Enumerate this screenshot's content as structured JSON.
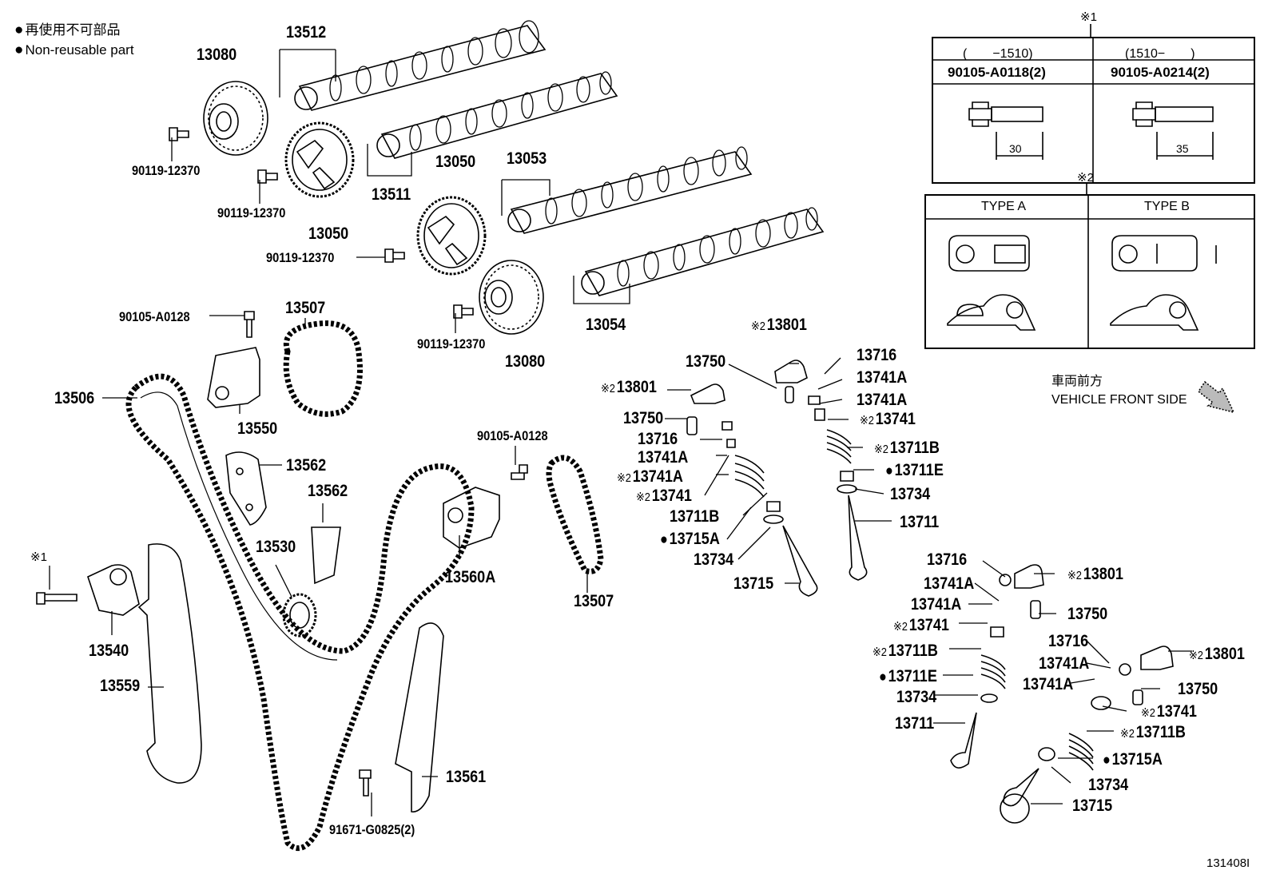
{
  "legend": {
    "line_jp": "再使用不可部品",
    "line_en": "Non-reusable part"
  },
  "note1": {
    "mark": "※1",
    "col_left_range": "(　　−1510)",
    "col_right_range": "(1510−　　)",
    "col_left_part": "90105-A0118(2)",
    "col_right_part": "90105-A0214(2)",
    "col_left_len": "30",
    "col_right_len": "35"
  },
  "note2": {
    "mark": "※2",
    "type_a": "TYPE A",
    "type_b": "TYPE B"
  },
  "direction": {
    "jp": "車両前方",
    "en": "VEHICLE FRONT SIDE"
  },
  "figure_id": "131408I",
  "parts": {
    "p13080a": "13080",
    "p13512": "13512",
    "p90119a": "90119-12370",
    "p90119b": "90119-12370",
    "p13511": "13511",
    "p13050a": "13050",
    "p13050b": "13050",
    "p13053": "13053",
    "p90119c": "90119-12370",
    "p13054": "13054",
    "p90119d": "90119-12370",
    "p13080b": "13080",
    "p90105a": "90105-A0128",
    "p13507a": "13507",
    "p13506": "13506",
    "p13550": "13550",
    "p13562a": "13562",
    "p13562b": "13562",
    "p13530": "13530",
    "p90105b": "90105-A0128",
    "p13560A": "13560A",
    "p13507b": "13507",
    "ast1": "※1",
    "p13540": "13540",
    "p13559": "13559",
    "p13561": "13561",
    "p91671": "91671-G0825(2)",
    "l13801a": "13801",
    "l13750a": "13750",
    "l13716a": "13716",
    "l13741Aa": "13741A",
    "l13741Ab": "13741A",
    "l13741a": "13741",
    "l13711Ba": "13711B",
    "l13711Ea": "13711E",
    "l13734a": "13734",
    "l13711a": "13711",
    "l13801b": "13801",
    "l13750b": "13750",
    "l13716b": "13716",
    "l13741Ac": "13741A",
    "l13741Ad": "13741A",
    "l13741b": "13741",
    "l13711Bb": "13711B",
    "l13715Aa": "13715A",
    "l13734b": "13734",
    "l13715a": "13715",
    "l13716c": "13716",
    "l13801c": "13801",
    "l13741Ae": "13741A",
    "l13750c": "13750",
    "l13741Af": "13741A",
    "l13741c": "13741",
    "l13711Bc": "13711B",
    "l13711Eb": "13711E",
    "l13734c": "13734",
    "l13711b": "13711",
    "l13716d": "13716",
    "l13801d": "13801",
    "l13741Ag": "13741A",
    "l13750d": "13750",
    "l13741Ah": "13741A",
    "l13741d": "13741",
    "l13711Bd": "13711B",
    "l13715Ab": "13715A",
    "l13734d": "13734",
    "l13715b": "13715",
    "x2": "※2"
  }
}
